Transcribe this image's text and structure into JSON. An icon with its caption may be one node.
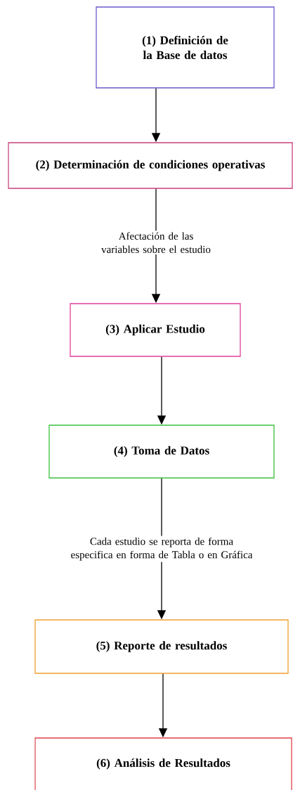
{
  "diagram": {
    "nodes": [
      {
        "text": [
          "(1) Definición de la Base de datos"
        ]
      },
      {
        "text": [
          "(2) Determinación de condiciones operativas"
        ]
      },
      {
        "text": [
          "(3) Aplicar Estudio"
        ]
      },
      {
        "text": [
          "(4) Toma de Datos"
        ]
      },
      {
        "text": [
          "(5) Reporte de resultados"
        ]
      },
      {
        "text": [
          "(6) Análisis de Resultados"
        ]
      }
    ],
    "edges": [
      {
        "from": 0,
        "to": 1,
        "arrow": "to"
      },
      {
        "from": 1,
        "to": 2,
        "arrow": "to",
        "label": "Afectación de las variables sobre el estudio"
      },
      {
        "from": 2,
        "to": 3,
        "arrow": "to"
      },
      {
        "from": 3,
        "to": 4,
        "arrow": "to",
        "label": "Cada estudio se reporta de forma especifica en forma de Tabla o en Gráfica"
      },
      {
        "from": 4,
        "to": 5,
        "arrow": "to"
      }
    ]
  }
}
